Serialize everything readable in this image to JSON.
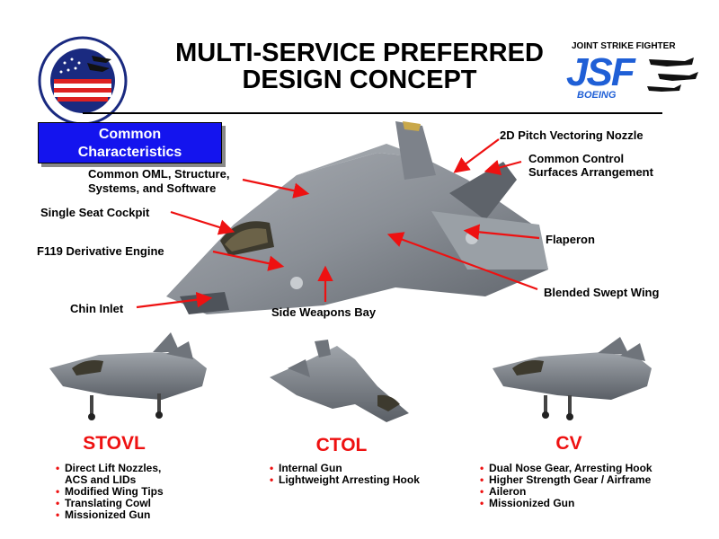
{
  "title": {
    "line1": "MULTI-SERVICE PREFERRED",
    "line2": "DESIGN CONCEPT"
  },
  "logo": {
    "top_text": "JOINT STRIKE FIGHTER",
    "letters": "JSF",
    "brand": "BOEING"
  },
  "common_box": {
    "line1": "Common",
    "line2": "Characteristics"
  },
  "callouts": {
    "pitch_nozzle": "2D Pitch Vectoring Nozzle",
    "control_surfaces_1": "Common Control",
    "control_surfaces_2": "Surfaces Arrangement",
    "common_oml_1": "Common OML, Structure,",
    "common_oml_2": "Systems, and Software",
    "cockpit": "Single Seat Cockpit",
    "engine": "F119 Derivative Engine",
    "flaperon": "Flaperon",
    "wing": "Blended Swept Wing",
    "chin_inlet": "Chin Inlet",
    "weapons_bay": "Side Weapons Bay"
  },
  "variants": [
    {
      "name": "STOVL",
      "bullets": [
        "Direct Lift Nozzles,",
        "Modified Wing Tips",
        "Translating Cowl",
        "Missionized Gun"
      ],
      "continuation": "ACS and LIDs"
    },
    {
      "name": "CTOL",
      "bullets": [
        "Internal Gun",
        "Lightweight Arresting Hook"
      ]
    },
    {
      "name": "CV",
      "bullets": [
        "Dual Nose Gear, Arresting Hook",
        "Higher Strength Gear / Airframe",
        "Aileron",
        "Missionized Gun"
      ]
    }
  ],
  "colors": {
    "accent_red": "#ee1111",
    "box_blue": "#1414ee",
    "jsf_blue": "#1f5fd6",
    "aircraft_gray": "#8a8f96"
  }
}
